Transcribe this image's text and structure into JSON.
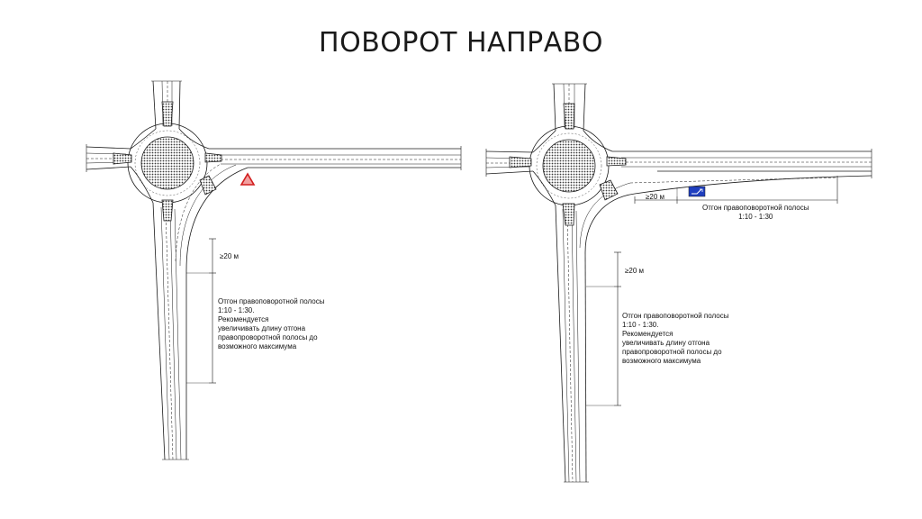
{
  "title": "ПОВОРОТ НАПРАВО",
  "colors": {
    "road_line": "#1a1a1a",
    "hatch": "#3a3a3a",
    "warning_sign_fill": "#f2a0a0",
    "warning_sign_stroke": "#d21e1e",
    "lane_sign_fill": "#1f3fbf"
  },
  "icons": {
    "left": "give-way-triangle-sign",
    "right": "right-turn-lane-sign"
  },
  "left_scheme": {
    "dim_label": "≥20 м",
    "note_lines": [
      "Отгон правоповоротной полосы",
      "1:10 - 1:30.",
      "Рекомендуется",
      "увеличивать длину отгона",
      "правопроворотной полосы до",
      "возможного максимума"
    ]
  },
  "right_scheme": {
    "top_dim_label": "≥20 м",
    "top_note_lines": [
      "Отгон правоповоротной полосы",
      "1:10 - 1:30"
    ],
    "dim_label": "≥20 м",
    "note_lines": [
      "Отгон правоповоротной полосы",
      "1:10 - 1:30.",
      "Рекомендуется",
      "увеличивать длину отгона",
      "правопроворотной полосы до",
      "возможного максимума"
    ]
  }
}
